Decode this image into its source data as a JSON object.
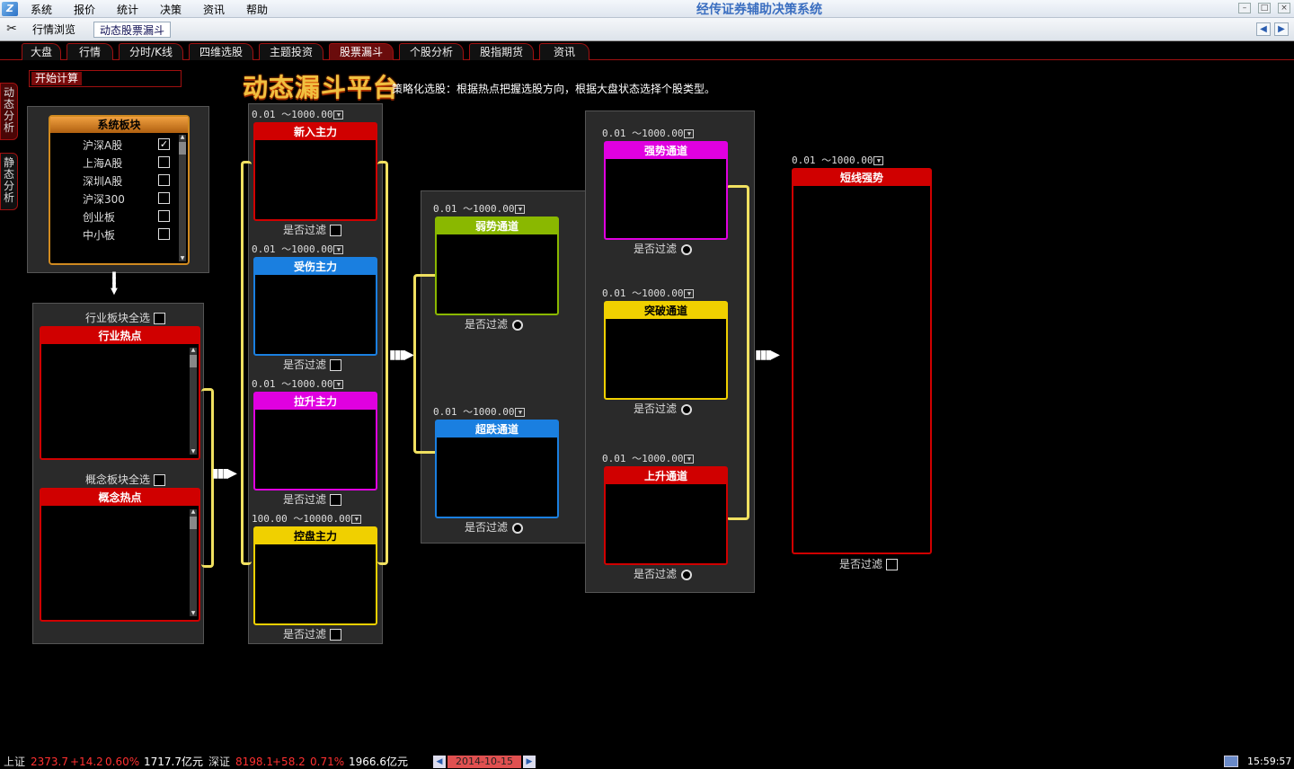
{
  "menubar": {
    "items": [
      "系统",
      "报价",
      "统计",
      "决策",
      "资讯",
      "帮助"
    ],
    "title": "经传证券辅助决策系统"
  },
  "toolbar": {
    "buttons": [
      "行情浏览",
      "动态股票漏斗"
    ]
  },
  "tabs": [
    "大盘",
    "行情",
    "分时/K线",
    "四维选股",
    "主题投资",
    "股票漏斗",
    "个股分析",
    "股指期货",
    "资讯"
  ],
  "side_tabs": [
    "动态分析",
    "静态分析"
  ],
  "start_button": "开始计算",
  "platform_title": "动态漏斗平台",
  "strategy_desc": "策略化选股：根据热点把握选股方向，根据大盘状态选择个股类型。",
  "system_sector": {
    "title": "系统板块",
    "items": [
      {
        "label": "沪深A股",
        "checked": true
      },
      {
        "label": "上海A股",
        "checked": false
      },
      {
        "label": "深圳A股",
        "checked": false
      },
      {
        "label": "沪深300",
        "checked": false
      },
      {
        "label": "创业板",
        "checked": false
      },
      {
        "label": "中小板",
        "checked": false
      }
    ]
  },
  "industry": {
    "select_all": "行业板块全选",
    "title": "行业热点"
  },
  "concept": {
    "select_all": "概念板块全选",
    "title": "概念热点"
  },
  "filter_label": "是否过滤",
  "main_force": [
    {
      "range": "0.01 ～1000.00",
      "title": "新入主力",
      "color": "#d00000"
    },
    {
      "range": "0.01 ～1000.00",
      "title": "受伤主力",
      "color": "#1a7fe0"
    },
    {
      "range": "0.01 ～1000.00",
      "title": "拉升主力",
      "color": "#e000e0"
    },
    {
      "range": "100.00 ～10000.00",
      "title": "控盘主力",
      "color": "#f0d000"
    }
  ],
  "channels_mid": [
    {
      "range": "0.01 ～1000.00",
      "title": "弱势通道",
      "color": "#8ab800"
    },
    {
      "range": "0.01 ～1000.00",
      "title": "超跌通道",
      "color": "#1a7fe0"
    }
  ],
  "channels_right": [
    {
      "range": "0.01 ～1000.00",
      "title": "强势通道",
      "color": "#e000e0"
    },
    {
      "range": "0.01 ～1000.00",
      "title": "突破通道",
      "color": "#f0d000"
    },
    {
      "range": "0.01 ～1000.00",
      "title": "上升通道",
      "color": "#d00000"
    }
  ],
  "final": {
    "range": "0.01 ～1000.00",
    "title": "短线强势",
    "color": "#d00000"
  },
  "status": {
    "sh_label": "上证",
    "sh_index": "2373.7",
    "sh_change": "+14.2",
    "sh_pct": "0.60%",
    "sh_amount": "1717.7亿元",
    "sz_label": "深证",
    "sz_index": "8198.1",
    "sz_change": "+58.2",
    "sz_pct": "0.71%",
    "sz_amount": "1966.6亿元",
    "date": "2014-10-15",
    "time": "15:59:57"
  }
}
